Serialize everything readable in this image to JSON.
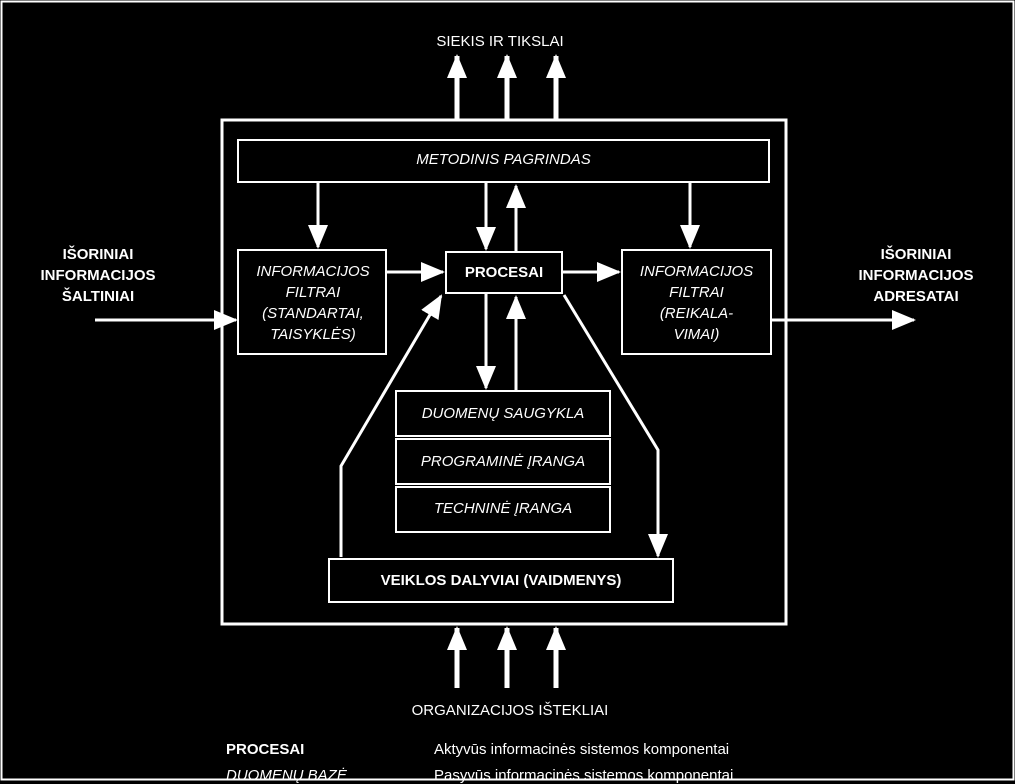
{
  "top_label": "SIEKIS IR TIKSLAI",
  "bottom_label": "ORGANIZACIJOS IŠTEKLIAI",
  "left_label": "IŠORINIAI\nINFORMACIJOS\nŠALTINIAI",
  "right_label": "IŠORINIAI\nINFORMACIJOS\nADRESATAI",
  "boxes": {
    "metodinis": "METODINIS PAGRINDAS",
    "filter_left": "INFORMACIJOS\nFILTRAI\n(STANDARTAI,\nTAISYKLĖS)",
    "procesai": "PROCESAI",
    "filter_right": "INFORMACIJOS\nFILTRAI\n(REIKALA-\nVIMAI)",
    "duomenu": "DUOMENŲ SAUGYKLA",
    "programine": "PROGRAMINĖ ĮRANGA",
    "technine": "TECHNINĖ ĮRANGA",
    "veiklos": "VEIKLOS DALYVIAI (VAIDMENYS)"
  },
  "legend": [
    {
      "term": "PROCESAI",
      "desc": "Aktyvūs informacinės sistemos komponentai"
    },
    {
      "term": "DUOMENŲ BAZĖ",
      "desc": "Pasyvūs informacinės sistemos komponentai"
    }
  ]
}
